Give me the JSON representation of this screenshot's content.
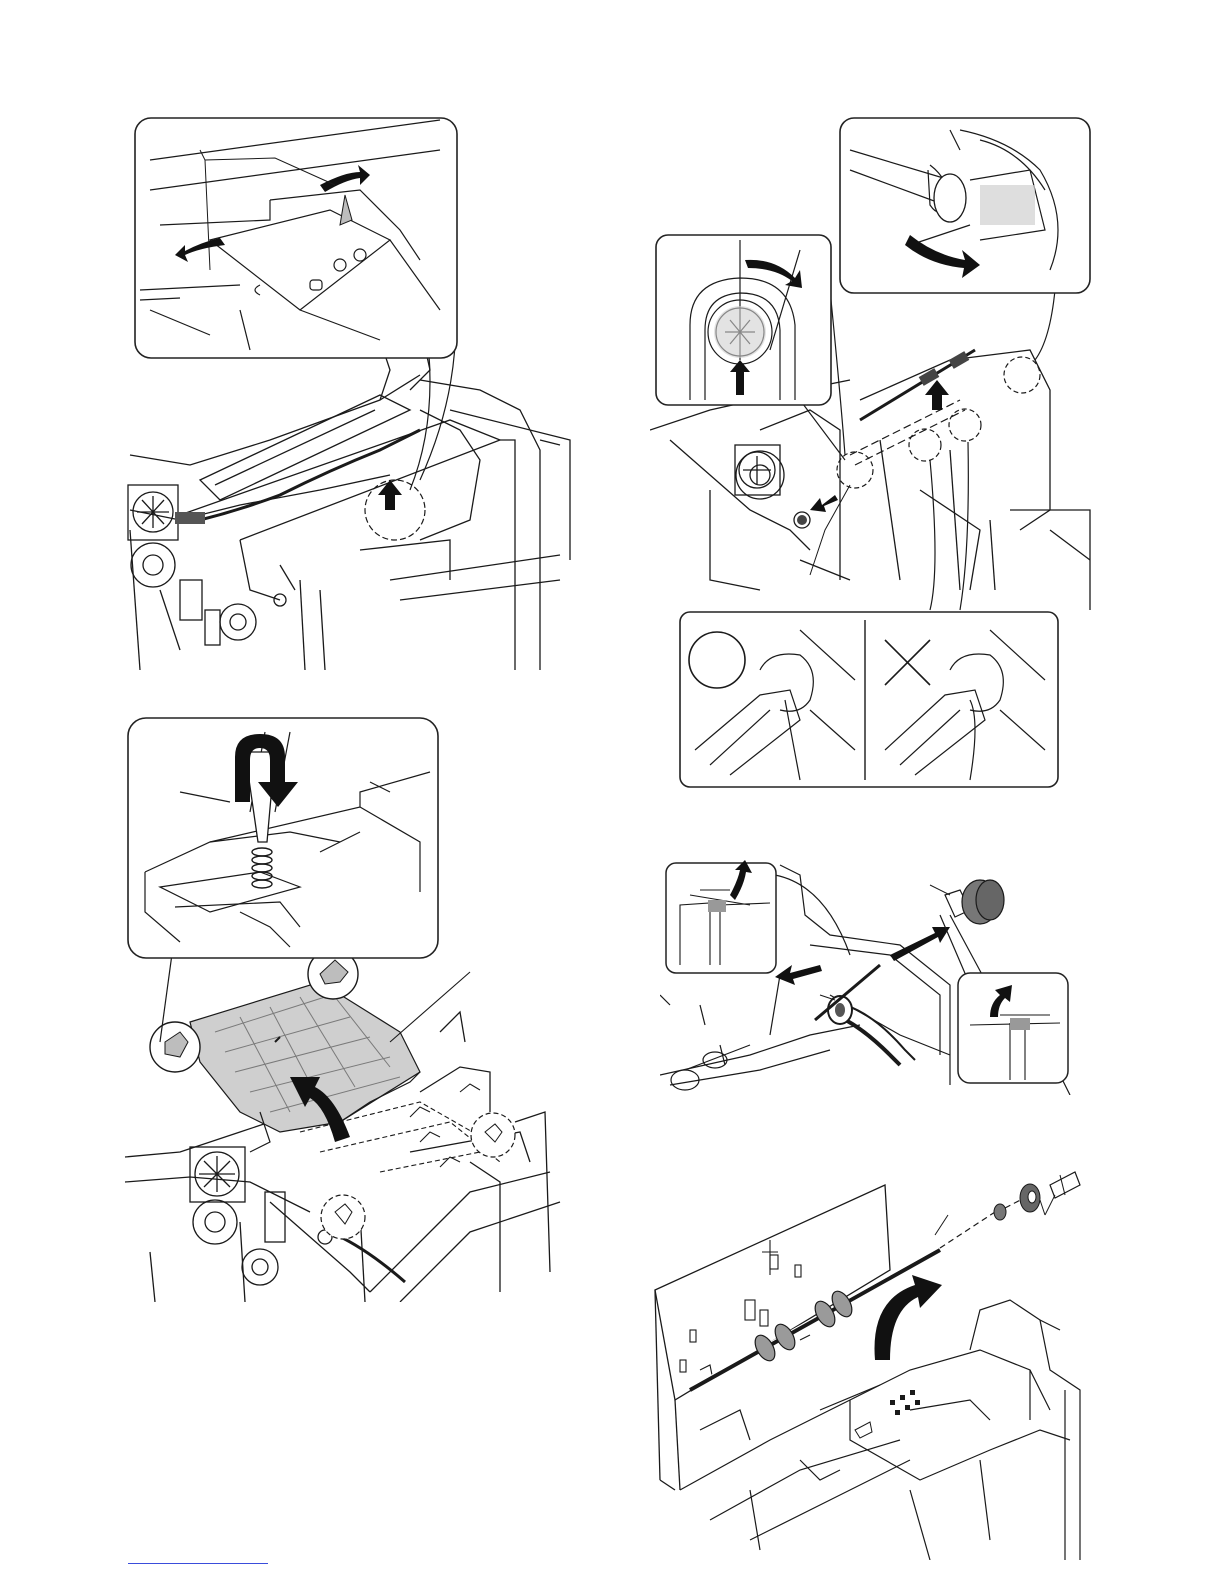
{
  "page": {
    "footer_link_visible": true
  },
  "figures": [
    {
      "name": "figure-top-left",
      "description_icon": "board-removal"
    },
    {
      "name": "figure-top-right",
      "description_icon": "roller-removal"
    },
    {
      "name": "figure-middle-left",
      "description_icon": "screw-and-cover"
    },
    {
      "name": "figure-middle-right",
      "description_icon": "pickup-roller"
    },
    {
      "name": "figure-bottom-right",
      "description_icon": "shaft-removal"
    }
  ],
  "marks": {
    "correct_symbol": "○",
    "wrong_symbol": "×"
  },
  "colors": {
    "line": "#1a1a1a",
    "panel_border": "#222222",
    "shade": "#cfcfcf",
    "link": "#3a4ddb"
  }
}
